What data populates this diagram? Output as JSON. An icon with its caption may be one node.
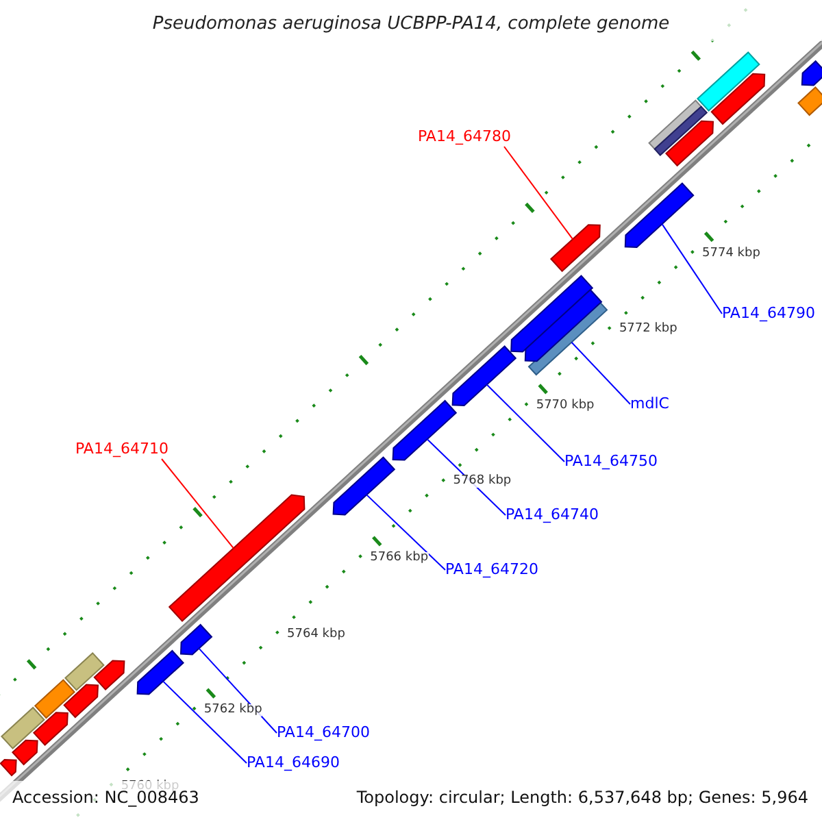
{
  "diagram": {
    "title": "Pseudomonas aeruginosa UCBPP-PA14, complete genome",
    "nodes": [
      {
        "text": [
          "PA14_64780"
        ]
      },
      {
        "text": [],
        "shape": "arrow"
      },
      {
        "text": [
          "PA14_64790"
        ]
      },
      {
        "text": [],
        "shape": "arrow"
      },
      {
        "text": [
          "mdlC"
        ]
      },
      {
        "text": [],
        "shape": "box"
      },
      {
        "text": [
          "PA14_64710"
        ]
      },
      {
        "text": [],
        "shape": "arrow"
      },
      {
        "text": [
          "PA14_64750"
        ]
      },
      {
        "text": [],
        "shape": "arrow"
      },
      {
        "text": [
          "PA14_64740"
        ]
      },
      {
        "text": [],
        "shape": "arrow"
      },
      {
        "text": [
          "PA14_64720"
        ]
      },
      {
        "text": [],
        "shape": "arrow"
      },
      {
        "text": [
          "PA14_64700"
        ]
      },
      {
        "text": [],
        "shape": "arrow"
      },
      {
        "text": [
          "PA14_64690"
        ]
      },
      {
        "text": [],
        "shape": "arrow"
      },
      {
        "text": [],
        "shape": "arrow"
      },
      {
        "text": [],
        "shape": "box"
      },
      {
        "text": [],
        "shape": "box"
      },
      {
        "text": [],
        "shape": "arrow"
      },
      {
        "text": [],
        "shape": "box"
      },
      {
        "text": [],
        "shape": "arrow"
      },
      {
        "text": [],
        "shape": "arrow"
      },
      {
        "text": [],
        "shape": "arrow"
      },
      {
        "text": [],
        "shape": "box"
      },
      {
        "text": [],
        "shape": "arrow"
      },
      {
        "text": [],
        "shape": "box"
      },
      {
        "text": [],
        "shape": "arrow"
      },
      {
        "text": [],
        "shape": "box"
      },
      {
        "text": [],
        "shape": "arrow"
      },
      {
        "text": [],
        "shape": "arrow"
      },
      {
        "text": [],
        "shape": "arrow"
      }
    ],
    "edges": [
      {
        "from": 0,
        "to": 1,
        "arrow": "none",
        "color": "#ff0000"
      },
      {
        "from": 2,
        "to": 3,
        "arrow": "none"
      },
      {
        "from": 4,
        "to": 5,
        "arrow": "none"
      },
      {
        "from": 6,
        "to": 7,
        "arrow": "none",
        "color": "#ff0000"
      },
      {
        "from": 8,
        "to": 9,
        "arrow": "none"
      },
      {
        "from": 10,
        "to": 11,
        "arrow": "none"
      },
      {
        "from": 12,
        "to": 13,
        "arrow": "none"
      },
      {
        "from": 14,
        "to": 15,
        "arrow": "none"
      },
      {
        "from": 16,
        "to": 17,
        "arrow": "none"
      }
    ],
    "labels": [
      "5774 kbp",
      "5772 kbp",
      "5770 kbp",
      "5768 kbp",
      "5766 kbp",
      "5764 kbp",
      "5762 kbp",
      "5760 kbp",
      "Accession: NC_008463",
      "Topology: circular; Length: 6,537,648 bp; Genes: 5,964"
    ]
  }
}
